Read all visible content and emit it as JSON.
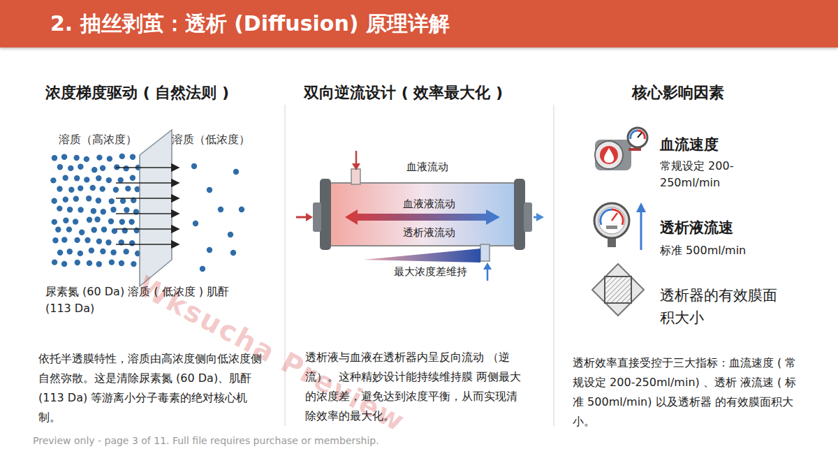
{
  "diagram": {
    "title": "2. 抽丝剥茧：透析 (Diffusion) 原理详解",
    "labels": [
      "浓度梯度驱动 ( 自然法则 )",
      "溶质（高浓度）",
      "溶质（低浓度）",
      "尿素氮 (60 Da) 溶质 ( 低浓度 ) 肌酐 (113 Da)",
      "依托半透膜特性，溶质由高浓度侧向低浓度侧自然弥散。这是清除尿素氮 (60 Da)、肌酐 (113 Da) 等游离小分子毒素的绝对核心机制。",
      "双向逆流设计 ( 效率最大化 )",
      "血液流动",
      "血液液流动",
      "透析液流动",
      "最大浓度差维持",
      "透析液与血液在透析器内呈反向流动 （逆流）。这种精妙设计能持续维持膜 两侧最大的浓度差，避免达到浓度平衡，从而实现清除效率的最大化。",
      "核心影响因素",
      "血流速度",
      "常规设定 200-250ml/min",
      "透析液流速",
      "标准 500ml/min",
      "透析器的有效膜面积大小",
      "透析效率直接受控于三大指标：血流速度 ( 常规设定 200-250ml/min) 、透析 液流速 ( 标准 500ml/min) 以及透析器 的有效膜面积大小。",
      "Preview only - page 3 of 11. Full file requires purchase or membership.",
      "Wksucha Preview"
    ]
  }
}
